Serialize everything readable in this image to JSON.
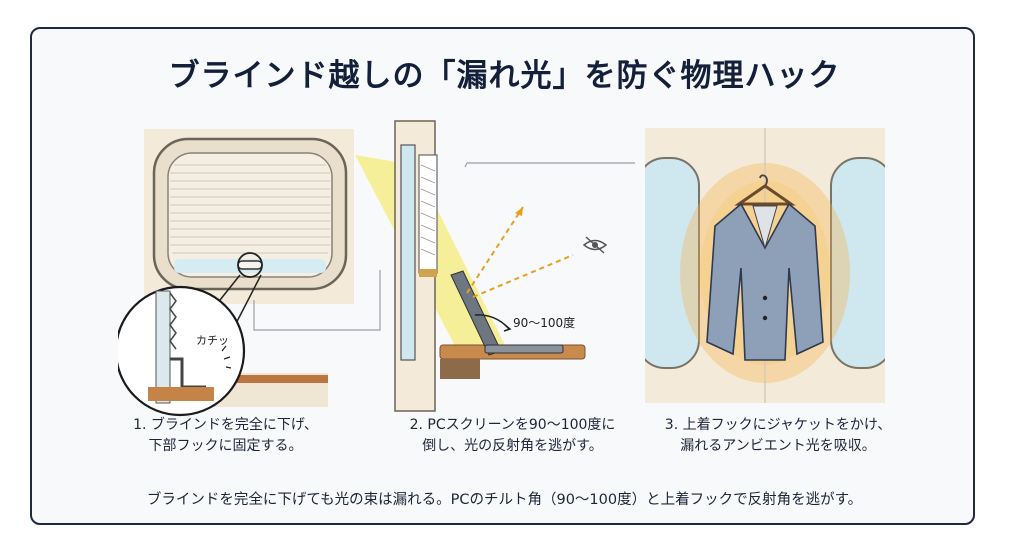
{
  "title": "ブラインド越しの「漏れ光」を防ぐ物理ハック",
  "steps": [
    {
      "line1": "1. ブラインドを完全に下げ、",
      "line2": "下部フックに固定する。",
      "callout": "カチッ"
    },
    {
      "line1": "2. PCスクリーンを90〜100度に",
      "line2": "倒し、光の反射角を逃がす。",
      "angle_label": "90〜100度"
    },
    {
      "line1": "3. 上着フックにジャケットをかけ、",
      "line2": "漏れるアンビエント光を吸収。"
    }
  ],
  "footer": "ブラインドを完全に下げても光の束は漏れる。PCのチルト角（90〜100度）と上着フックで反射角を逃がす。",
  "colors": {
    "border": "#1c2a44",
    "light": "#f7e43a",
    "wall": "#f3ead9",
    "wood": "#c98a4e",
    "jacket": "#8ea0b8",
    "glow": "#f7b24a"
  }
}
